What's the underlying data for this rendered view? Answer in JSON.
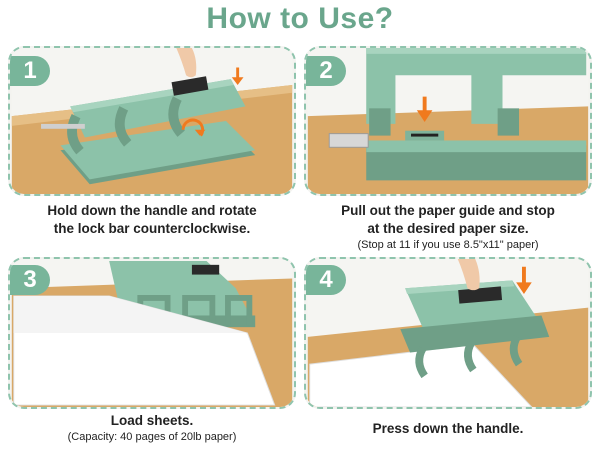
{
  "title": "How to Use?",
  "steps": [
    {
      "number": "1",
      "line1": "Hold down the handle and rotate",
      "line2": "the lock bar counterclockwise.",
      "note": ""
    },
    {
      "number": "2",
      "line1": "Pull out the paper guide and stop",
      "line2": "at the desired paper size.",
      "note": "(Stop at 11 if you use 8.5\"x11\" paper)"
    },
    {
      "number": "3",
      "line1": "Load sheets.",
      "line2": "",
      "note": "(Capacity: 40 pages of 20lb paper)"
    },
    {
      "number": "4",
      "line1": "Press down the handle.",
      "line2": "",
      "note": ""
    }
  ],
  "colors": {
    "accent": "#6aa68c",
    "punch": "#8cc2a9",
    "arrow": "#f07a1e",
    "wood": "#d9a867"
  }
}
